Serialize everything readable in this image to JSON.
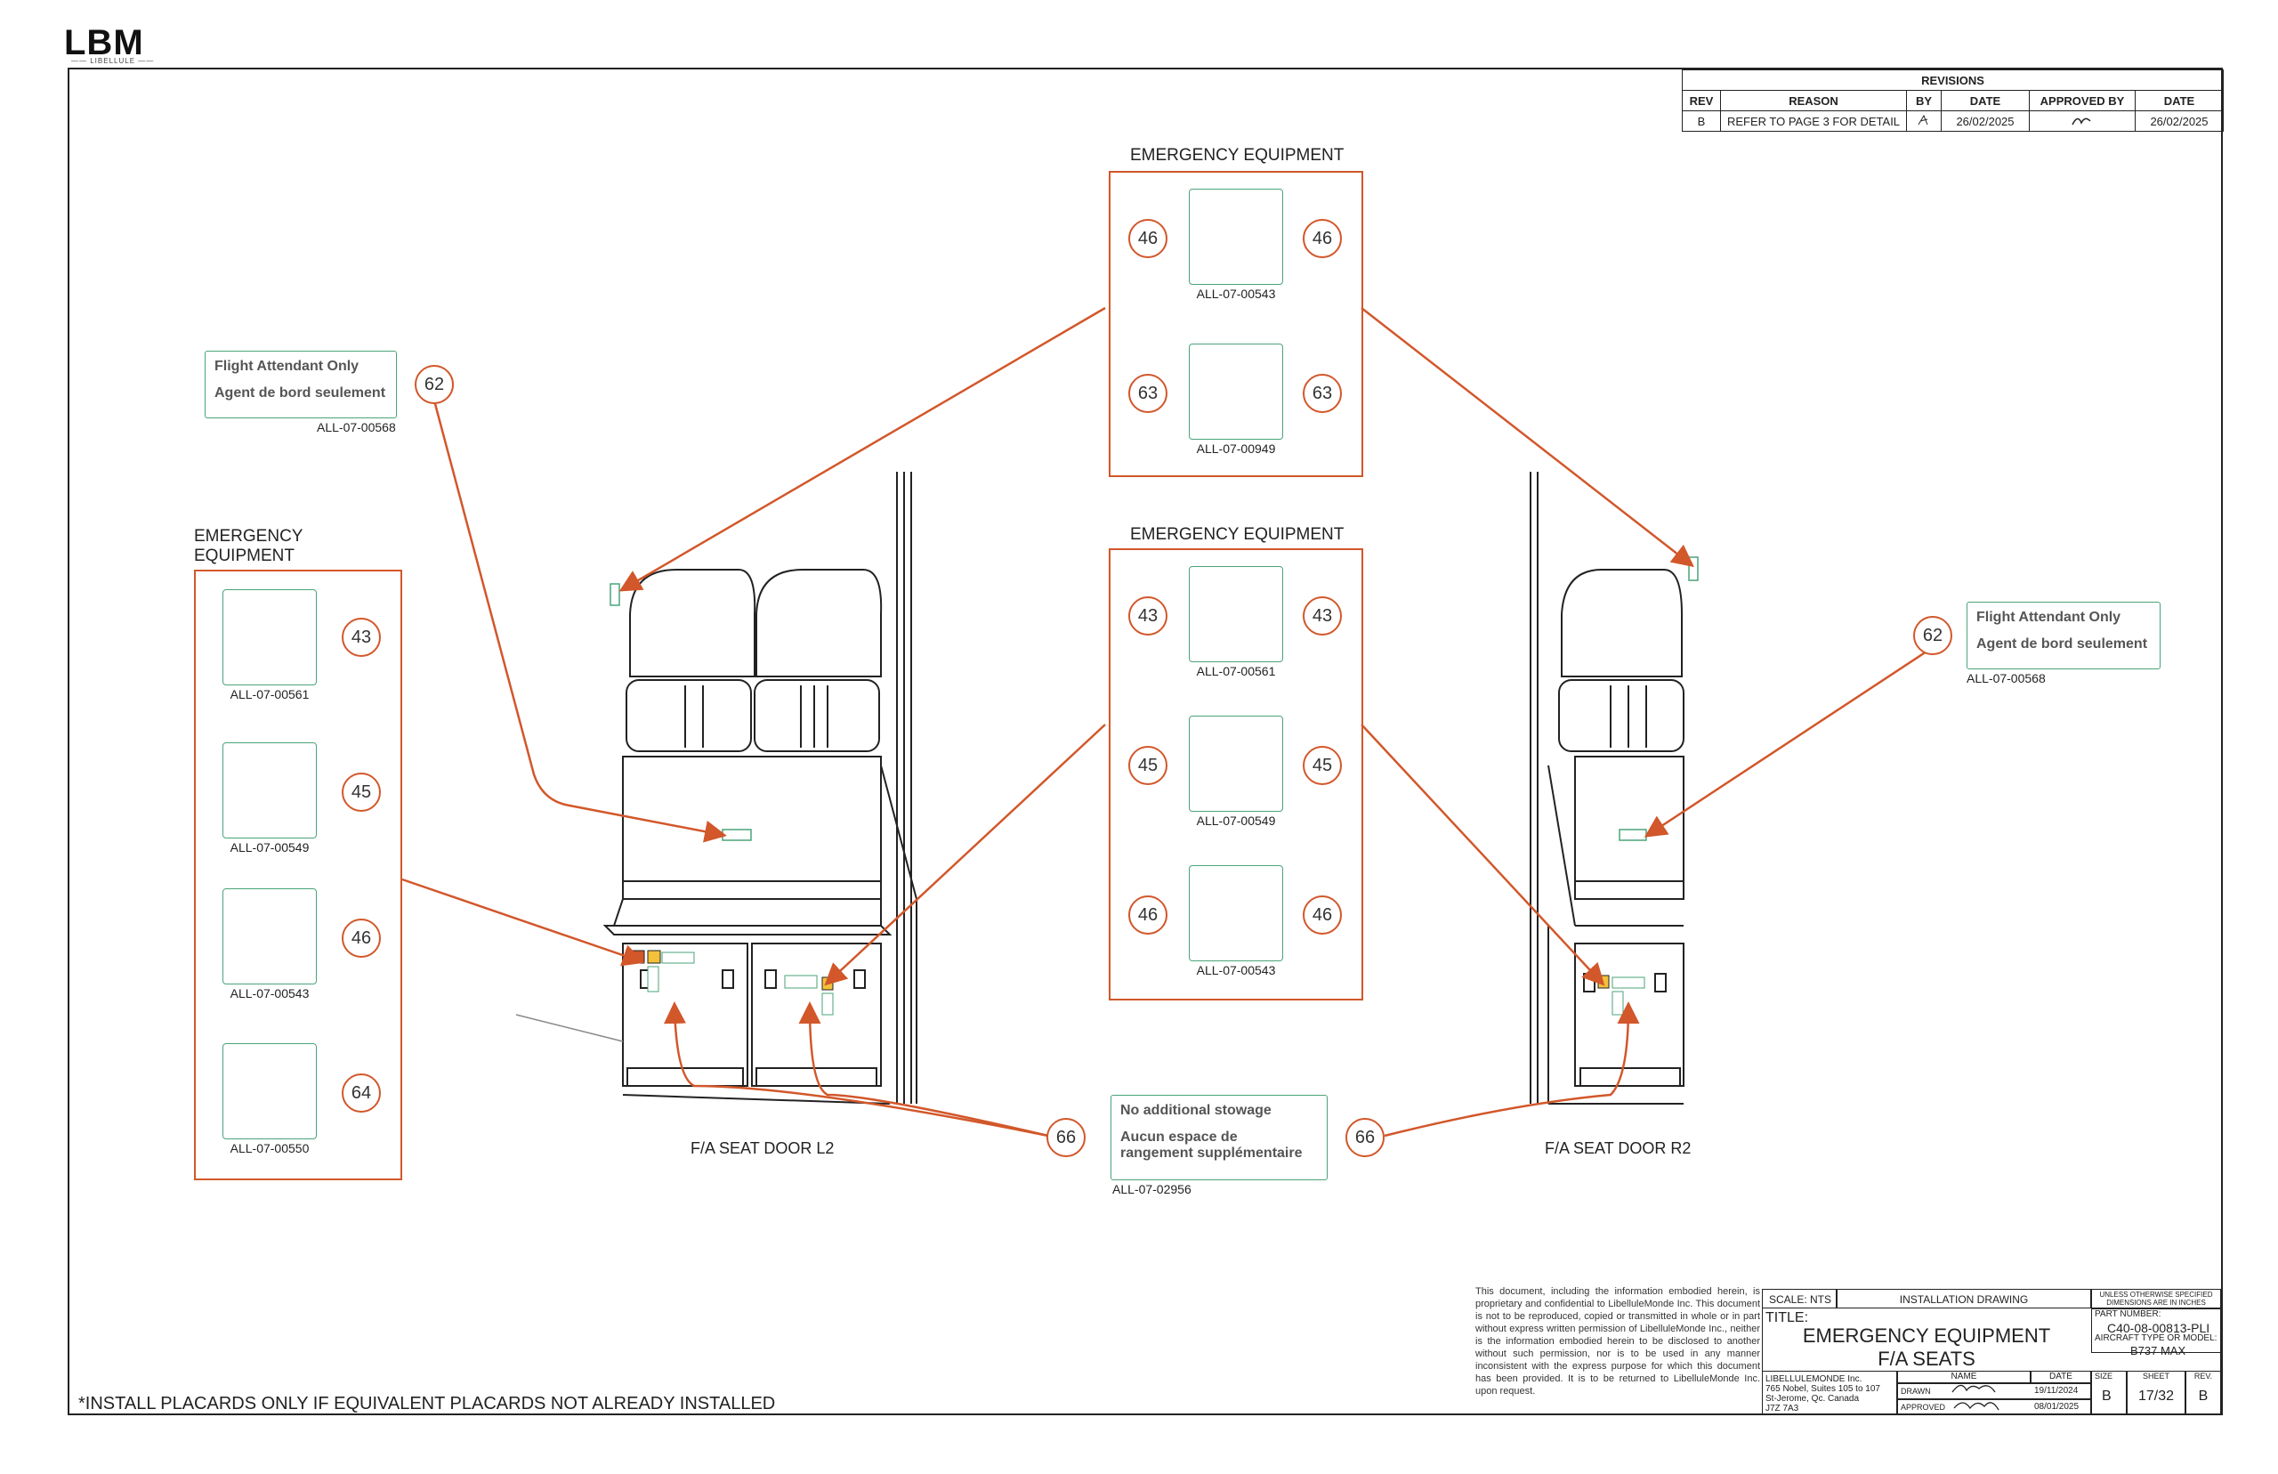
{
  "logo": {
    "text": "LBM",
    "tagline": "—— LIBELLULE ——"
  },
  "revisions": {
    "title": "REVISIONS",
    "headers": [
      "REV",
      "REASON",
      "BY",
      "DATE",
      "APPROVED BY",
      "DATE"
    ],
    "row": [
      "B",
      "REFER TO PAGE 3 FOR DETAIL",
      "",
      "26/02/2025",
      "",
      "26/02/2025"
    ]
  },
  "top_group": {
    "title": "EMERGENCY EQUIPMENT",
    "items": [
      {
        "callout": "46",
        "code": "ALL-07-00543",
        "icon": "smoke-hood-icon"
      },
      {
        "callout": "63",
        "code": "ALL-07-00949",
        "icon": "down-arrow-icon"
      }
    ]
  },
  "mid_group": {
    "title": "EMERGENCY EQUIPMENT",
    "items": [
      {
        "callout": "43",
        "code": "ALL-07-00561",
        "icon": "life-vest-icon"
      },
      {
        "callout": "45",
        "code": "ALL-07-00549",
        "icon": "flashlight-icon"
      },
      {
        "callout": "46",
        "code": "ALL-07-00543",
        "icon": "smoke-hood-icon"
      }
    ]
  },
  "left_group": {
    "title": "EMERGENCY EQUIPMENT",
    "items": [
      {
        "callout": "43",
        "code": "ALL-07-00561",
        "icon": "life-vest-icon"
      },
      {
        "callout": "45",
        "code": "ALL-07-00549",
        "icon": "flashlight-icon"
      },
      {
        "callout": "46",
        "code": "ALL-07-00543",
        "icon": "smoke-hood-icon"
      },
      {
        "callout": "64",
        "code": "ALL-07-00550",
        "icon": "hook-icon"
      }
    ]
  },
  "fa_placard_left": {
    "line1": "Flight Attendant Only",
    "line2": "Agent de bord seulement",
    "code": "ALL-07-00568",
    "callout": "62"
  },
  "fa_placard_right": {
    "line1": "Flight Attendant Only",
    "line2": "Agent de bord seulement",
    "code": "ALL-07-00568",
    "callout": "62"
  },
  "stowage_placard": {
    "line1": "No additional stowage",
    "line2": "Aucun espace de",
    "line3": "rangement supplémentaire",
    "code": "ALL-07-02956",
    "callout": "66"
  },
  "seat_labels": {
    "left": "F/A SEAT DOOR L2",
    "right": "F/A SEAT DOOR R2"
  },
  "note": "*INSTALL PLACARDS ONLY IF EQUIVALENT PLACARDS NOT ALREADY INSTALLED",
  "proprietary": "This document, including the information embodied herein, is proprietary and confidential to LibelluleMonde Inc. This document is not to be reproduced, copied or transmitted in whole or in part without express written permission of LibelluleMonde Inc., neither is the information embodied herein to be disclosed to another without such permission, nor is to be used in any manner inconsistent with the express purpose for which this document has been provided. It is to be returned to LibelluleMonde Inc. upon request.",
  "title_block": {
    "scale": "SCALE: NTS",
    "drawing_type": "INSTALLATION DRAWING",
    "units_note": "UNLESS OTHERWISE SPECIFIED DIMENSIONS ARE IN INCHES",
    "title_label": "TITLE:",
    "title_line1": "EMERGENCY EQUIPMENT",
    "title_line2": "F/A SEATS",
    "part_number_label": "PART NUMBER:",
    "part_number": "C40-08-00813-PLI",
    "aircraft_label": "AIRCRAFT TYPE OR MODEL:",
    "aircraft": "B737 MAX",
    "company": "LIBELLULEMONDE Inc.",
    "address1": "765 Nobel, Suites 105 to 107",
    "address2": "St-Jerome, Qc. Canada",
    "address3": "J7Z 7A3",
    "name_header": "NAME",
    "date_header": "DATE",
    "drawn_label": "DRAWN",
    "drawn_date": "19/11/2024",
    "approved_label": "APPROVED",
    "approved_date": "08/01/2025",
    "size_label": "SIZE",
    "size": "B",
    "sheet_label": "SHEET",
    "sheet": "17/32",
    "rev_label": "REV.",
    "rev": "B"
  }
}
